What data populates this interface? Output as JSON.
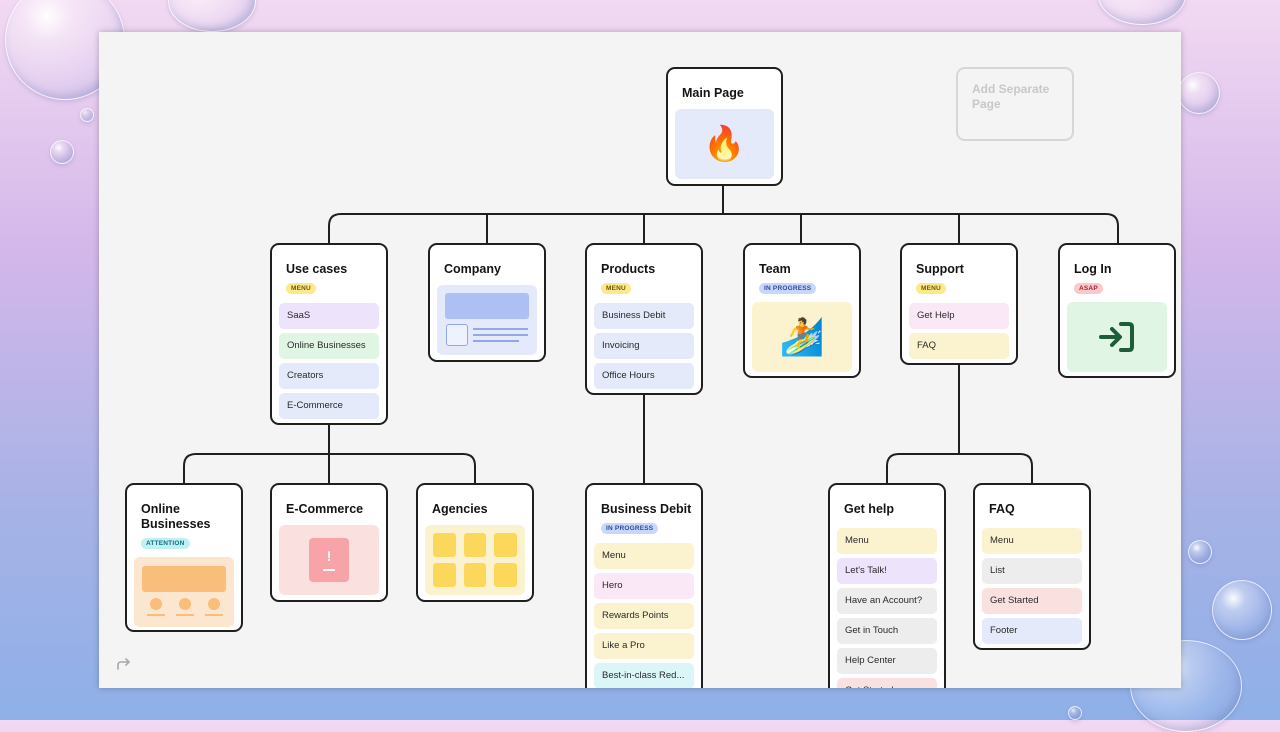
{
  "colors": {
    "canvas": "#f4f4f4",
    "line": "#1f1f1f",
    "card_border": "#1f1f1f"
  },
  "main_page": {
    "title": "Main Page",
    "icon": "fire-icon",
    "glyph": "🔥"
  },
  "add_separate_page": {
    "label": "Add Separate Page"
  },
  "use_cases": {
    "title": "Use cases",
    "badge": "MENU",
    "items": [
      "SaaS",
      "Online Businesses",
      "Creators",
      "E-Commerce"
    ]
  },
  "company": {
    "title": "Company"
  },
  "products": {
    "title": "Products",
    "badge": "MENU",
    "items": [
      "Business Debit",
      "Invoicing",
      "Office Hours"
    ]
  },
  "team": {
    "title": "Team",
    "badge": "IN PROGRESS",
    "icon": "surfer-icon",
    "glyph": "🏄"
  },
  "support": {
    "title": "Support",
    "badge": "MENU",
    "items": [
      "Get Help",
      "FAQ"
    ]
  },
  "log_in": {
    "title": "Log In",
    "badge": "ASAP",
    "icon": "login-icon"
  },
  "online_businesses": {
    "title": "Online Businesses",
    "badge": "ATTENTION"
  },
  "e_commerce": {
    "title": "E-Commerce",
    "alert_glyph": "!"
  },
  "agencies": {
    "title": "Agencies"
  },
  "business_debit": {
    "title": "Business Debit",
    "badge": "IN PROGRESS",
    "items": [
      "Menu",
      "Hero",
      "Rewards Points",
      "Like a Pro",
      "Best-in-class Red..."
    ]
  },
  "get_help": {
    "title": "Get help",
    "items": [
      "Menu",
      "Let's Talk!",
      "Have an Account?",
      "Get in Touch",
      "Help Center",
      "Get Started"
    ]
  },
  "faq": {
    "title": "FAQ",
    "items": [
      "Menu",
      "List",
      "Get Started",
      "Footer"
    ]
  }
}
